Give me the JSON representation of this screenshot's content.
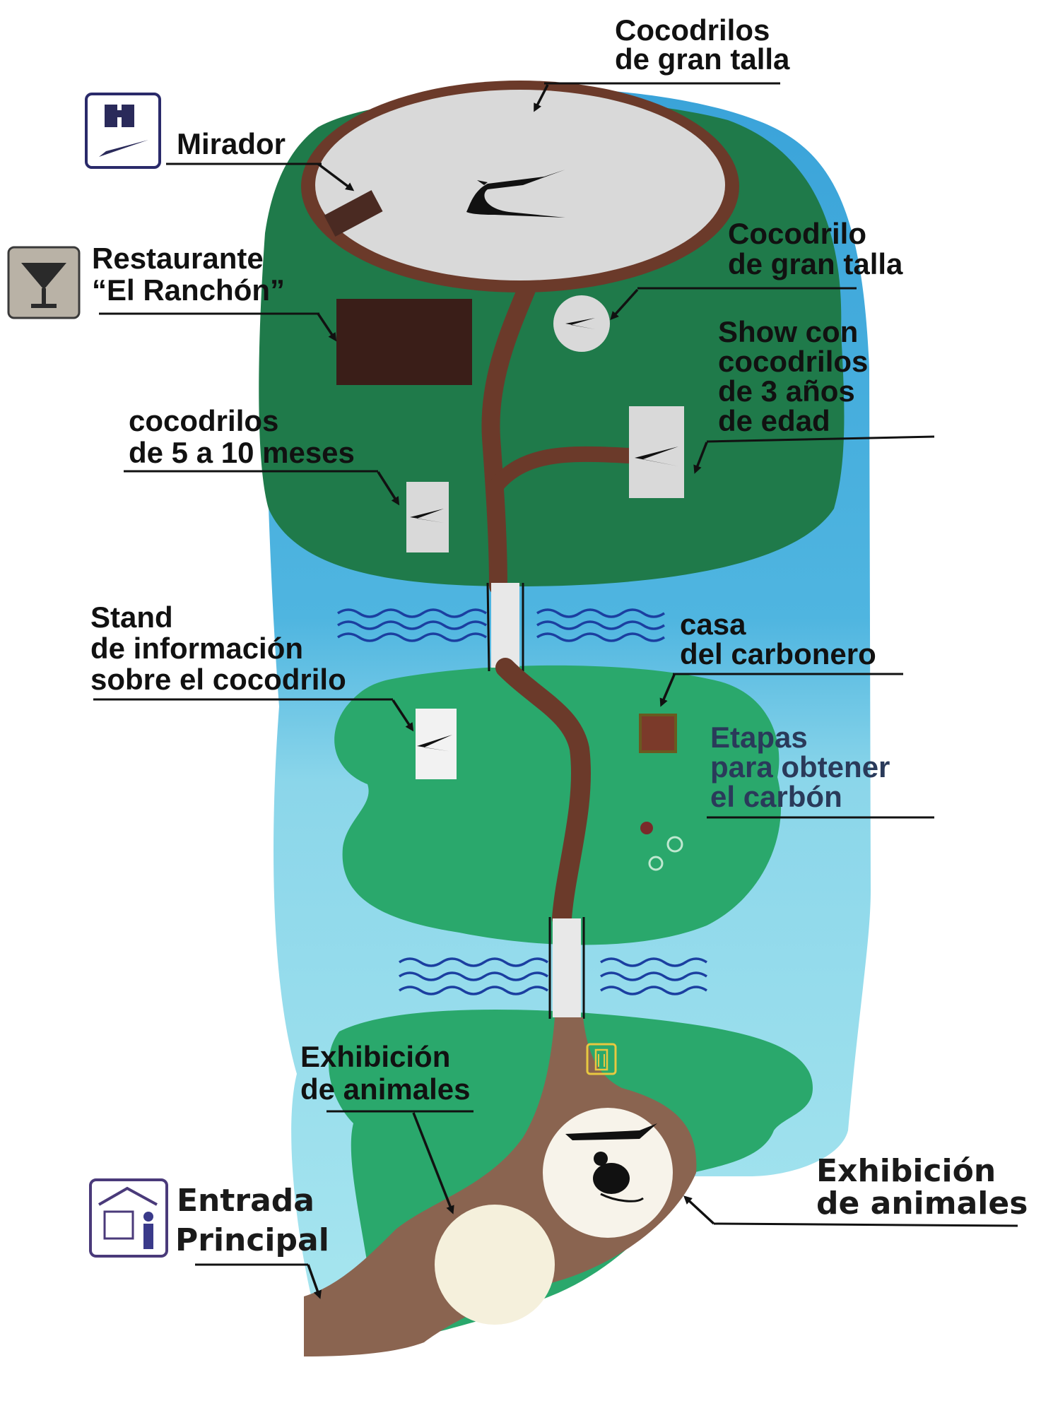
{
  "labels": {
    "cocodrilos_gran_talla": [
      "Cocodrilos",
      "de gran talla"
    ],
    "mirador": "Mirador",
    "restaurante": [
      "Restaurante",
      "“El Ranchón”"
    ],
    "cocodrilo_gran_talla": [
      "Cocodrilo",
      "de gran talla"
    ],
    "show": [
      "Show con",
      "cocodrilos",
      "de 3 años",
      "de edad"
    ],
    "cocodrilos_5_10": [
      "cocodrilos",
      "de 5 a 10 meses"
    ],
    "stand": [
      "Stand",
      "de información",
      "sobre el cocodrilo"
    ],
    "casa_carbonero": [
      "casa",
      "del carbonero"
    ],
    "etapas": [
      "Etapas",
      "para obtener",
      "el carbón"
    ],
    "exhibicion_1": [
      "Exhibición",
      "de animales"
    ],
    "exhibicion_2": [
      "Exhibición",
      "de animales"
    ],
    "entrada": [
      "Entrada",
      "Principal"
    ]
  },
  "icons": {
    "mirador": "binoculars-crocodile-icon",
    "restaurante": "cocktail-glass-icon",
    "entrada": "ticket-booth-icon",
    "trash": "trash-bin-icon",
    "crocodile": "crocodile-icon"
  },
  "colors": {
    "water_dark": "#3ba3d8",
    "water_light": "#8fdcea",
    "land_dark": "#1f7a4a",
    "land_light": "#27a86b",
    "path": "#6b3a2a",
    "pond": "#d8d8d8",
    "label": "#111111"
  }
}
